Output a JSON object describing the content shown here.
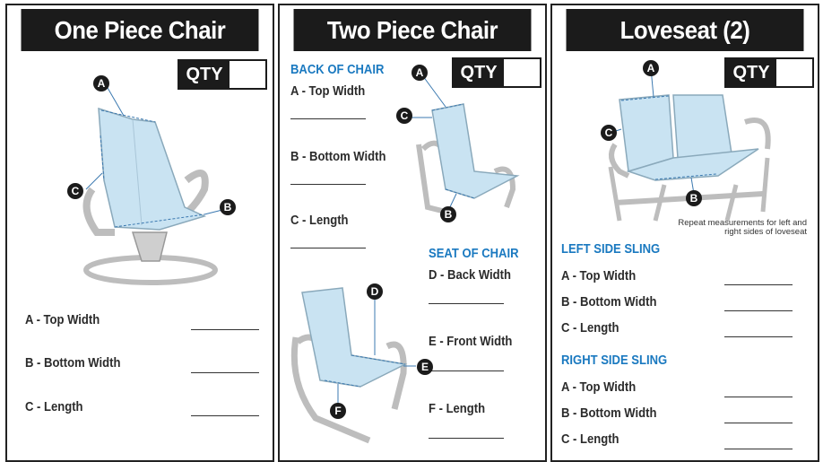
{
  "panels": [
    {
      "title": "One Piece Chair",
      "qty_label": "QTY",
      "markers": [
        "A",
        "B",
        "C"
      ],
      "fields": [
        "A - Top Width",
        "B - Bottom Width",
        "C - Length"
      ]
    },
    {
      "title": "Two Piece Chair",
      "qty_label": "QTY",
      "back_heading": "BACK OF CHAIR",
      "back_fields": [
        "A - Top Width",
        "B - Bottom Width",
        "C - Length"
      ],
      "seat_heading": "SEAT OF CHAIR",
      "seat_fields": [
        "D - Back Width",
        "E - Front Width",
        "F - Length"
      ],
      "markers": [
        "A",
        "B",
        "C",
        "D",
        "E",
        "F"
      ]
    },
    {
      "title": "Loveseat (2)",
      "qty_label": "QTY",
      "markers": [
        "A",
        "B",
        "C"
      ],
      "note": "Repeat measurements for left and right sides of loveseat",
      "left_heading": "LEFT SIDE SLING",
      "left_fields": [
        "A - Top Width",
        "B - Bottom Width",
        "C - Length"
      ],
      "right_heading": "RIGHT SIDE SLING",
      "right_fields": [
        "A - Top Width",
        "B - Bottom Width",
        "C - Length"
      ]
    }
  ],
  "colors": {
    "header_bg": "#1b1b1b",
    "accent_blue": "#1a79c0",
    "sling_fill": "#c9e3f2",
    "frame_gray": "#d6d6d6"
  }
}
